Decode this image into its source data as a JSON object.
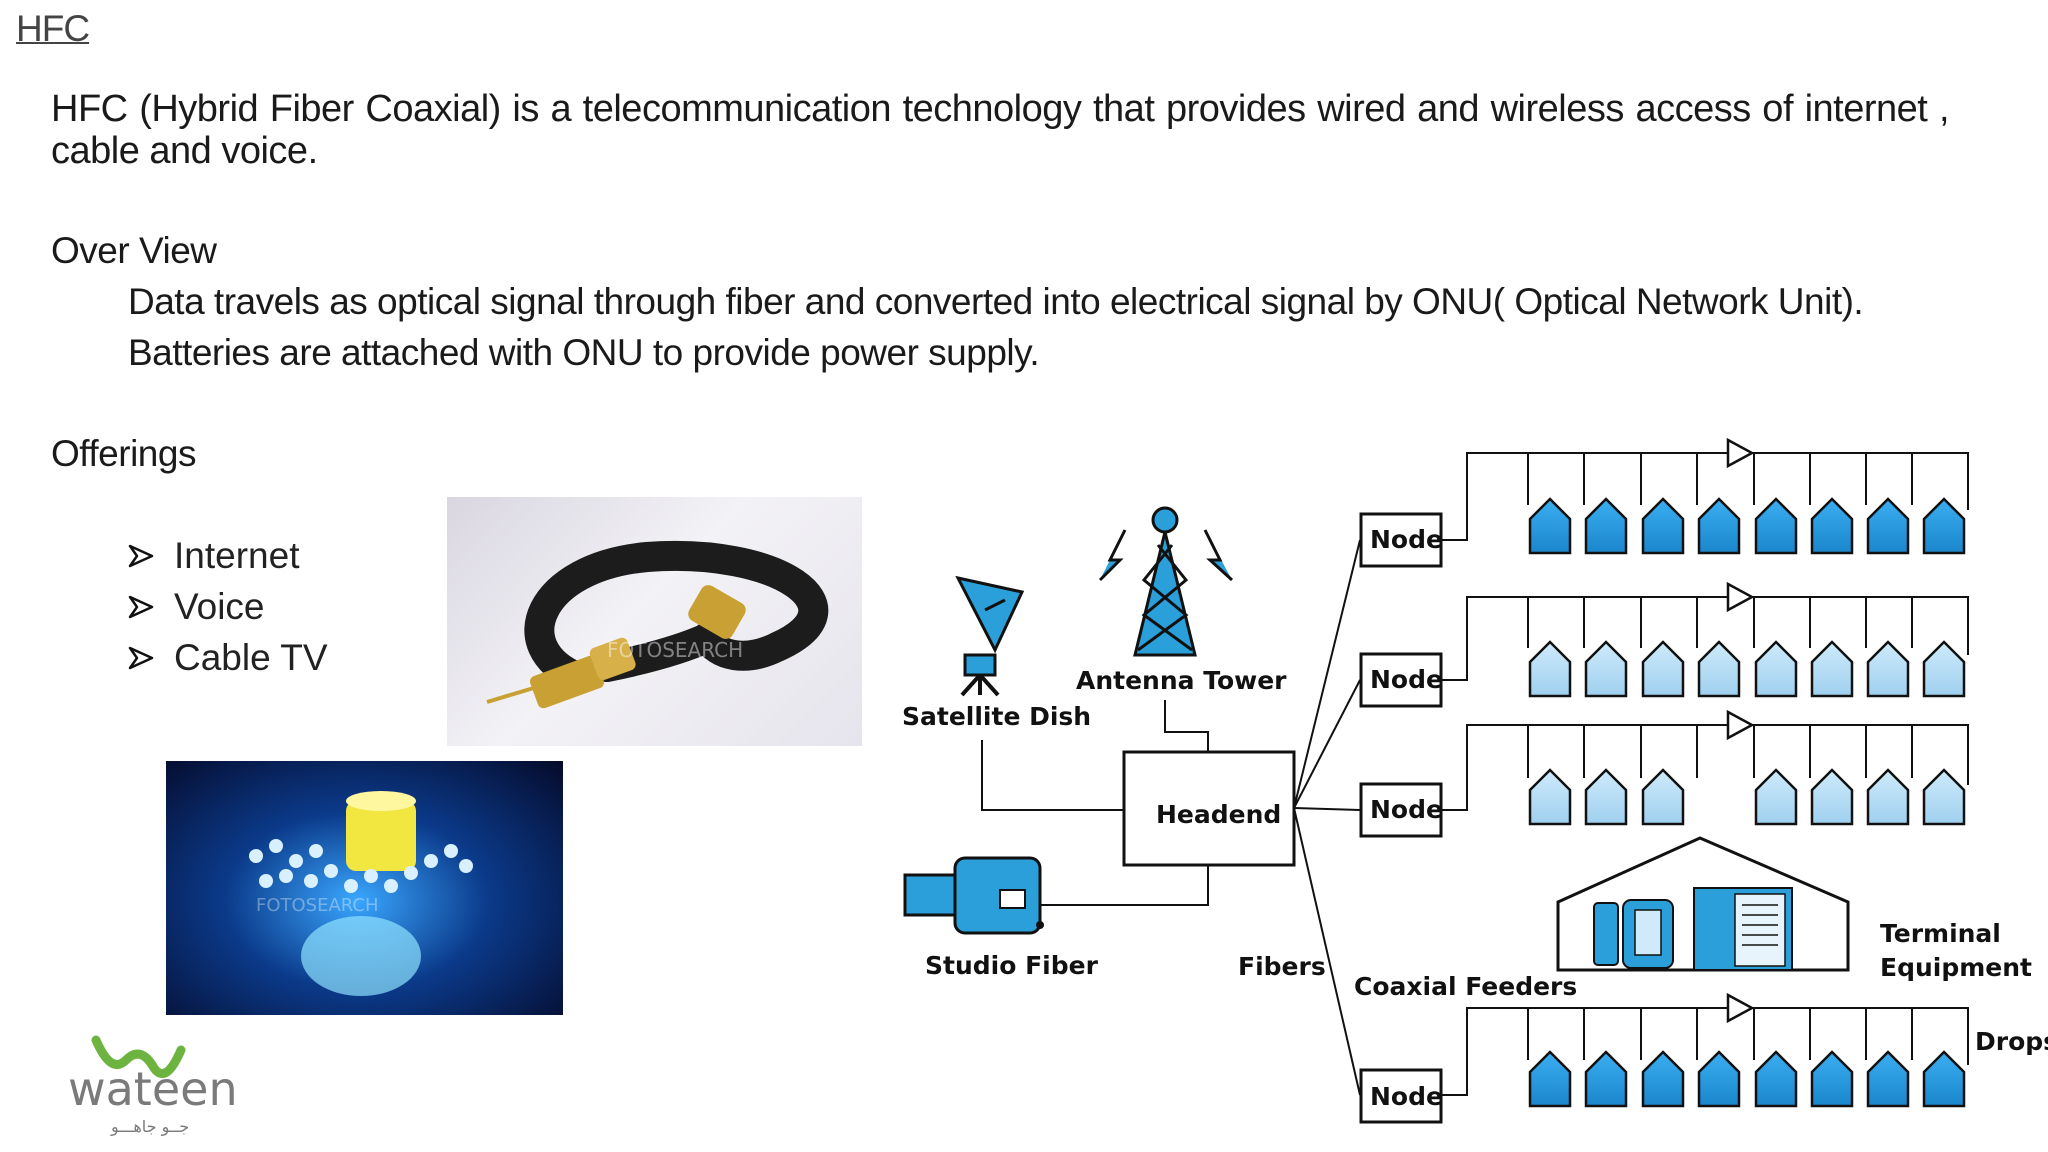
{
  "slide": {
    "title": "HFC",
    "intro": "HFC (Hybrid Fiber Coaxial) is a telecommunication technology that provides wired and wireless access of internet , cable and voice.",
    "overview": {
      "heading": "Over View",
      "lines": [
        "Data travels as optical signal through fiber and converted into electrical signal by ONU( Optical Network Unit).",
        "Batteries are attached with ONU to provide power supply."
      ]
    },
    "offerings": {
      "heading": "Offerings",
      "items": [
        "Internet",
        "Voice",
        "Cable TV"
      ]
    }
  },
  "images": {
    "cable_watermark": "FOTOSEARCH",
    "fiber_watermark": "FOTOSEARCH"
  },
  "logo": {
    "name": "wateen",
    "arabic": "جــو جاهـــو",
    "colors": {
      "brand_green": "#6db33f",
      "brand_gray": "#7a7a7a"
    }
  },
  "diagram": {
    "labels": {
      "satellite": "Satellite Dish",
      "antenna": "Antenna Tower",
      "headend": "Headend",
      "studio": "Studio Fiber",
      "fibers": "Fibers",
      "coax": "Coaxial Feeders",
      "terminal_1": "Terminal",
      "terminal_2": "Equipment",
      "drops": "Drops"
    },
    "node_label": "Node",
    "colors": {
      "house_dark": "#1e8fd6",
      "house_light": "#aed8f2",
      "equipment": "#2b9fd9"
    }
  }
}
